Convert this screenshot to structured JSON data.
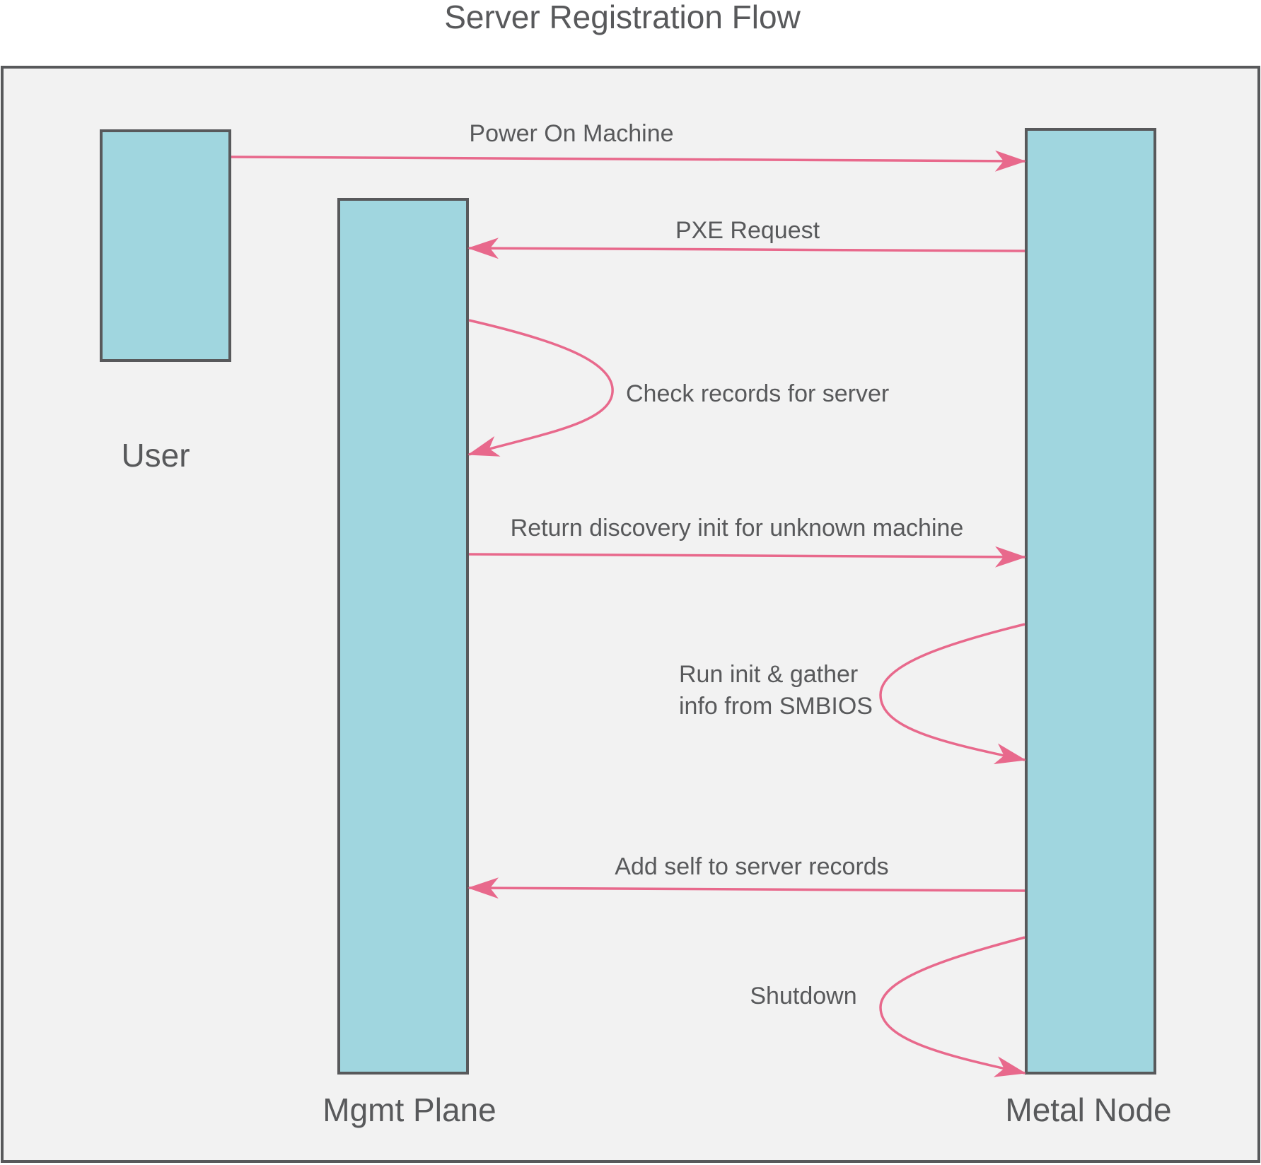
{
  "title": "Server Registration Flow",
  "actors": {
    "user": "User",
    "mgmt_plane": "Mgmt Plane",
    "metal_node": "Metal Node"
  },
  "messages": {
    "power_on": "Power On Machine",
    "pxe_request": "PXE Request",
    "check_records": "Check records for server",
    "return_discovery": "Return discovery init for unknown machine",
    "run_init_line1": "Run init & gather",
    "run_init_line2": "info from SMBIOS",
    "add_self": "Add self to server records",
    "shutdown": "Shutdown"
  },
  "colors": {
    "background": "#f2f2f2",
    "frame_stroke": "#58595b",
    "actor_fill": "#a0d6df",
    "arrow": "#e8698c",
    "text": "#58595b"
  }
}
